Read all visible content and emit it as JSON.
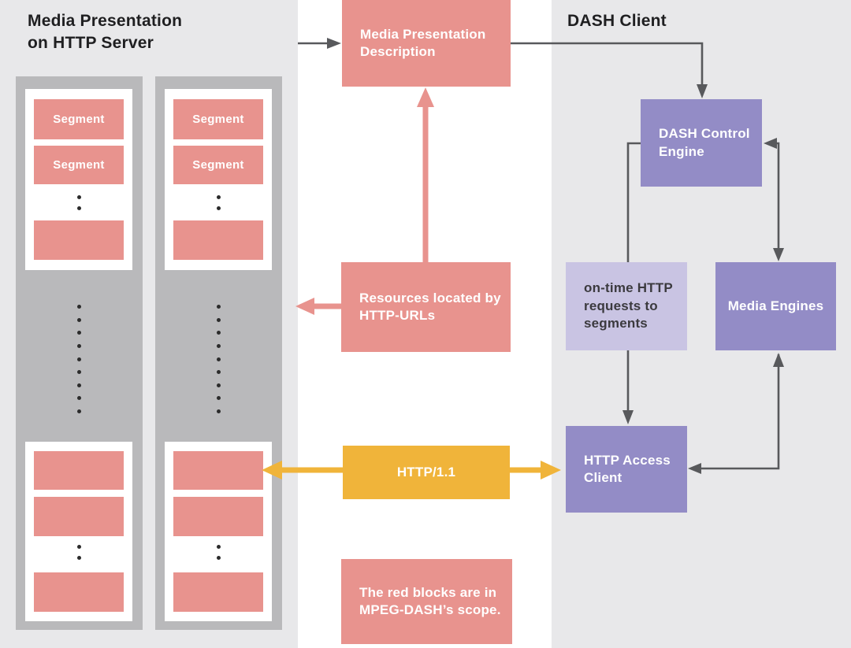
{
  "server_panel": {
    "title": "Media Presentation\non HTTP Server",
    "columns": [
      {
        "segments": [
          "Segment",
          "Segment"
        ]
      },
      {
        "segments": [
          "Segment",
          "Segment"
        ]
      }
    ]
  },
  "client_panel": {
    "title": "DASH Client",
    "boxes": {
      "dash_control_engine": "DASH Control\nEngine",
      "on_time_requests": "on-time HTTP\nrequests to\nsegments",
      "media_engines": "Media Engines",
      "http_access_client": "HTTP Access\nClient"
    }
  },
  "middle": {
    "mpd": "Media Presentation\nDescription",
    "resources": "Resources located by\nHTTP-URLs",
    "http11": "HTTP/1.1",
    "scope_note": "The red blocks are in\nMPEG-DASH’s scope."
  },
  "colors": {
    "scope_pink": "#E8938E",
    "component_purple": "#938CC6",
    "request_light_purple": "#C9C4E3",
    "http_yellow": "#F0B43A",
    "flow_arrow_gray": "#58595C",
    "panel_gray": "#E8E8EA",
    "column_gray": "#B9B9BB"
  }
}
